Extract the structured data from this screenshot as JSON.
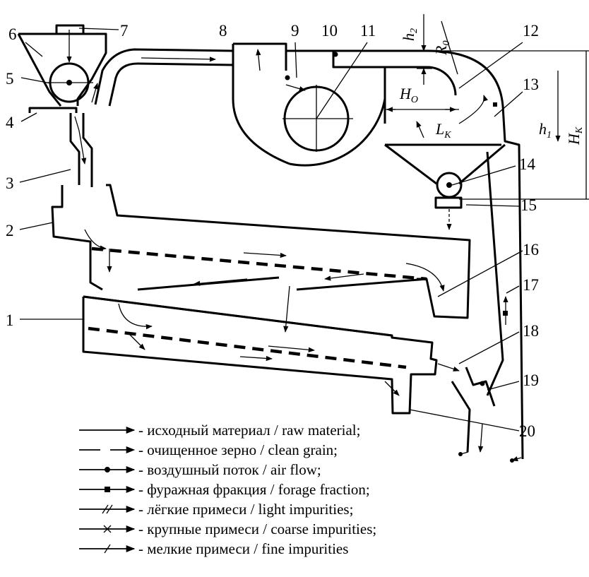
{
  "figure": {
    "part_numbers": [
      "1",
      "2",
      "3",
      "4",
      "5",
      "6",
      "7",
      "8",
      "9",
      "10",
      "11",
      "12",
      "13",
      "14",
      "15",
      "16",
      "17",
      "18",
      "19",
      "20"
    ],
    "dimensions": {
      "h2": {
        "main": "h",
        "sub": "2"
      },
      "R0": {
        "main": "R",
        "sub": "0"
      },
      "H0": {
        "main": "H",
        "sub": "O"
      },
      "LK": {
        "main": "L",
        "sub": "K"
      },
      "h1": {
        "main": "h",
        "sub": "1"
      },
      "HK": {
        "main": "H",
        "sub": "K"
      }
    }
  },
  "legend": [
    {
      "symbol": "plain-arrow",
      "text": "- исходный материал / raw material;"
    },
    {
      "symbol": "dashed-arrow",
      "text": "- очищенное зерно / clean grain;"
    },
    {
      "symbol": "dot-arrow",
      "text": "- воздушный поток / air flow;"
    },
    {
      "symbol": "square-arrow",
      "text": "- фуражная фракция / forage fraction;"
    },
    {
      "symbol": "double-slash-arrow",
      "text": "- лёгкие примеси / light impurities;"
    },
    {
      "symbol": "cross-arrow",
      "text": "- крупные примеси / coarse impurities;"
    },
    {
      "symbol": "slash-arrow",
      "text": "- мелкие примеси / fine impurities"
    }
  ]
}
